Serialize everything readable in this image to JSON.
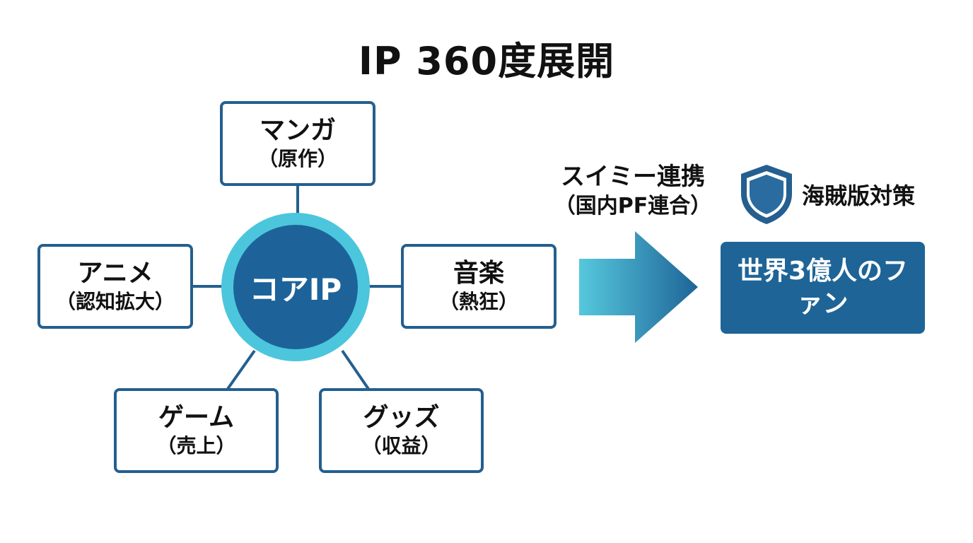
{
  "title": "IP 360度展開",
  "core": {
    "label": "コアIP"
  },
  "nodes": [
    {
      "id": "manga",
      "main": "マンガ",
      "sub": "（原作）"
    },
    {
      "id": "anime",
      "main": "アニメ",
      "sub": "（認知拡大）"
    },
    {
      "id": "music",
      "main": "音楽",
      "sub": "（熱狂）"
    },
    {
      "id": "game",
      "main": "ゲーム",
      "sub": "（売上）"
    },
    {
      "id": "goods",
      "main": "グッズ",
      "sub": "（収益）"
    }
  ],
  "flow": {
    "label_line1": "スイミー連携",
    "label_line2": "（国内PF連合）"
  },
  "piracy": {
    "label": "海賊版対策",
    "icon": "shield-icon"
  },
  "target": {
    "label": "世界3億人のファン"
  },
  "colors": {
    "navy": "#1e6497",
    "border": "#245f8f",
    "cyan": "#4cc6dc",
    "text": "#111111",
    "background": "#ffffff"
  }
}
